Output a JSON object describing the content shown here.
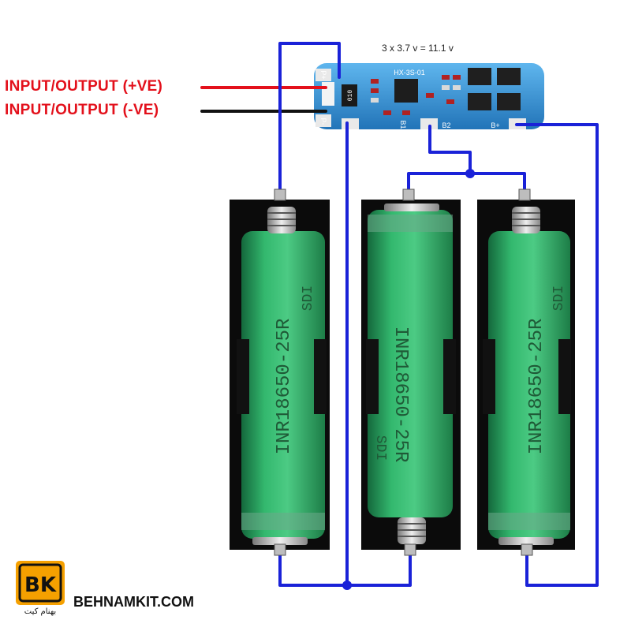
{
  "labels": {
    "input_pos": "INPUT/OUTPUT (+VE)",
    "input_neg": "INPUT/OUTPUT (-VE)",
    "formula": "3 x 3.7 v = 11.1 v"
  },
  "board": {
    "model": "HX-3S-01",
    "pad_pplus": "P+",
    "pad_pminus": "P-",
    "pad_b1": "B1",
    "pad_b2": "B2",
    "pad_bplus": "B+",
    "resistor_code": "010"
  },
  "batteries": [
    {
      "text": "INR18650-25R",
      "subtext": "SDI"
    },
    {
      "text": "INR18650-25R",
      "subtext": "SDI"
    },
    {
      "text": "INR18650-25R",
      "subtext": "SDI"
    }
  ],
  "brand": {
    "logo_text": "BK",
    "site": "BEHNAMKIT.COM",
    "persian_name": "بهنام کیت"
  },
  "colors": {
    "wire_blue": "#1a22d8",
    "wire_red": "#e3101b",
    "wire_black": "#111111",
    "battery_green": "#2fb36a",
    "board_blue": "#2f8fd0",
    "logo_orange": "#f5a000"
  }
}
